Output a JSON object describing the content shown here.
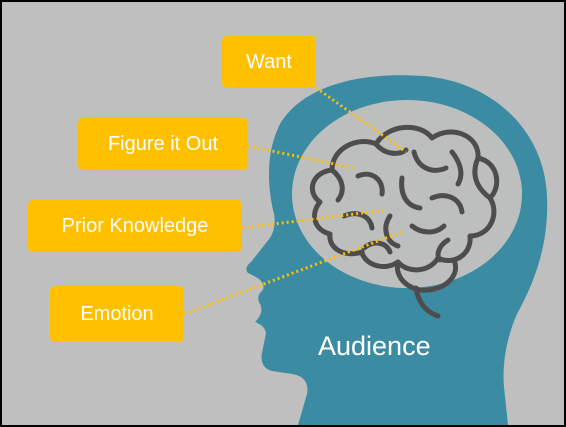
{
  "labels": {
    "want": "Want",
    "figure_it_out": "Figure it Out",
    "prior_knowledge": "Prior Knowledge",
    "emotion": "Emotion"
  },
  "head_label": "Audience",
  "colors": {
    "background": "#bfbfbf",
    "head": "#3b8ca3",
    "head_inner": "#bdbfbf",
    "brain": "#4d4d4d",
    "label_fill": "#ffc000",
    "connector": "#ffc000",
    "label_text": "#ffffff"
  },
  "icons": [
    "head-silhouette-icon",
    "brain-icon"
  ]
}
